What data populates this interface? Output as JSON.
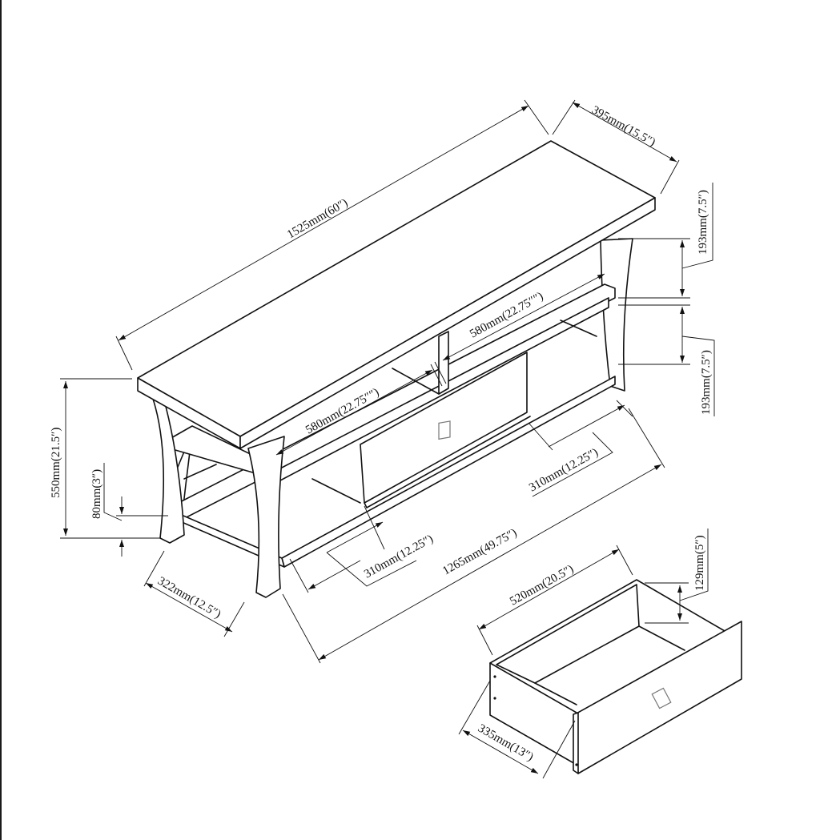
{
  "diagram": {
    "subject": "TV stand with drawer – dimension drawing",
    "colors": {
      "line": "#111111",
      "background": "#ffffff",
      "handle": "#777777"
    },
    "labels": {
      "overall_length": "1525mm(60″)",
      "overall_depth": "395mm(15.5″)",
      "upper_opening_height": "193mm(7.5″)",
      "lower_opening_height": "193mm(7.5″)",
      "left_opening_width": "580mm(22.75″″)",
      "right_opening_width": "580mm(22.75″″)",
      "overall_height": "550mm(21.5″)",
      "bottom_clearance": "80mm(3″)",
      "leg_depth": "322mm(12.5″)",
      "shelf_depth_front": "310mm(12.25″)",
      "shelf_depth_right": "310mm(12.25″)",
      "inner_length": "1265mm(49.75″)",
      "drawer_width": "520mm(20.5″)",
      "drawer_height": "129mm(5″)",
      "drawer_depth": "335mm(13″)"
    }
  }
}
